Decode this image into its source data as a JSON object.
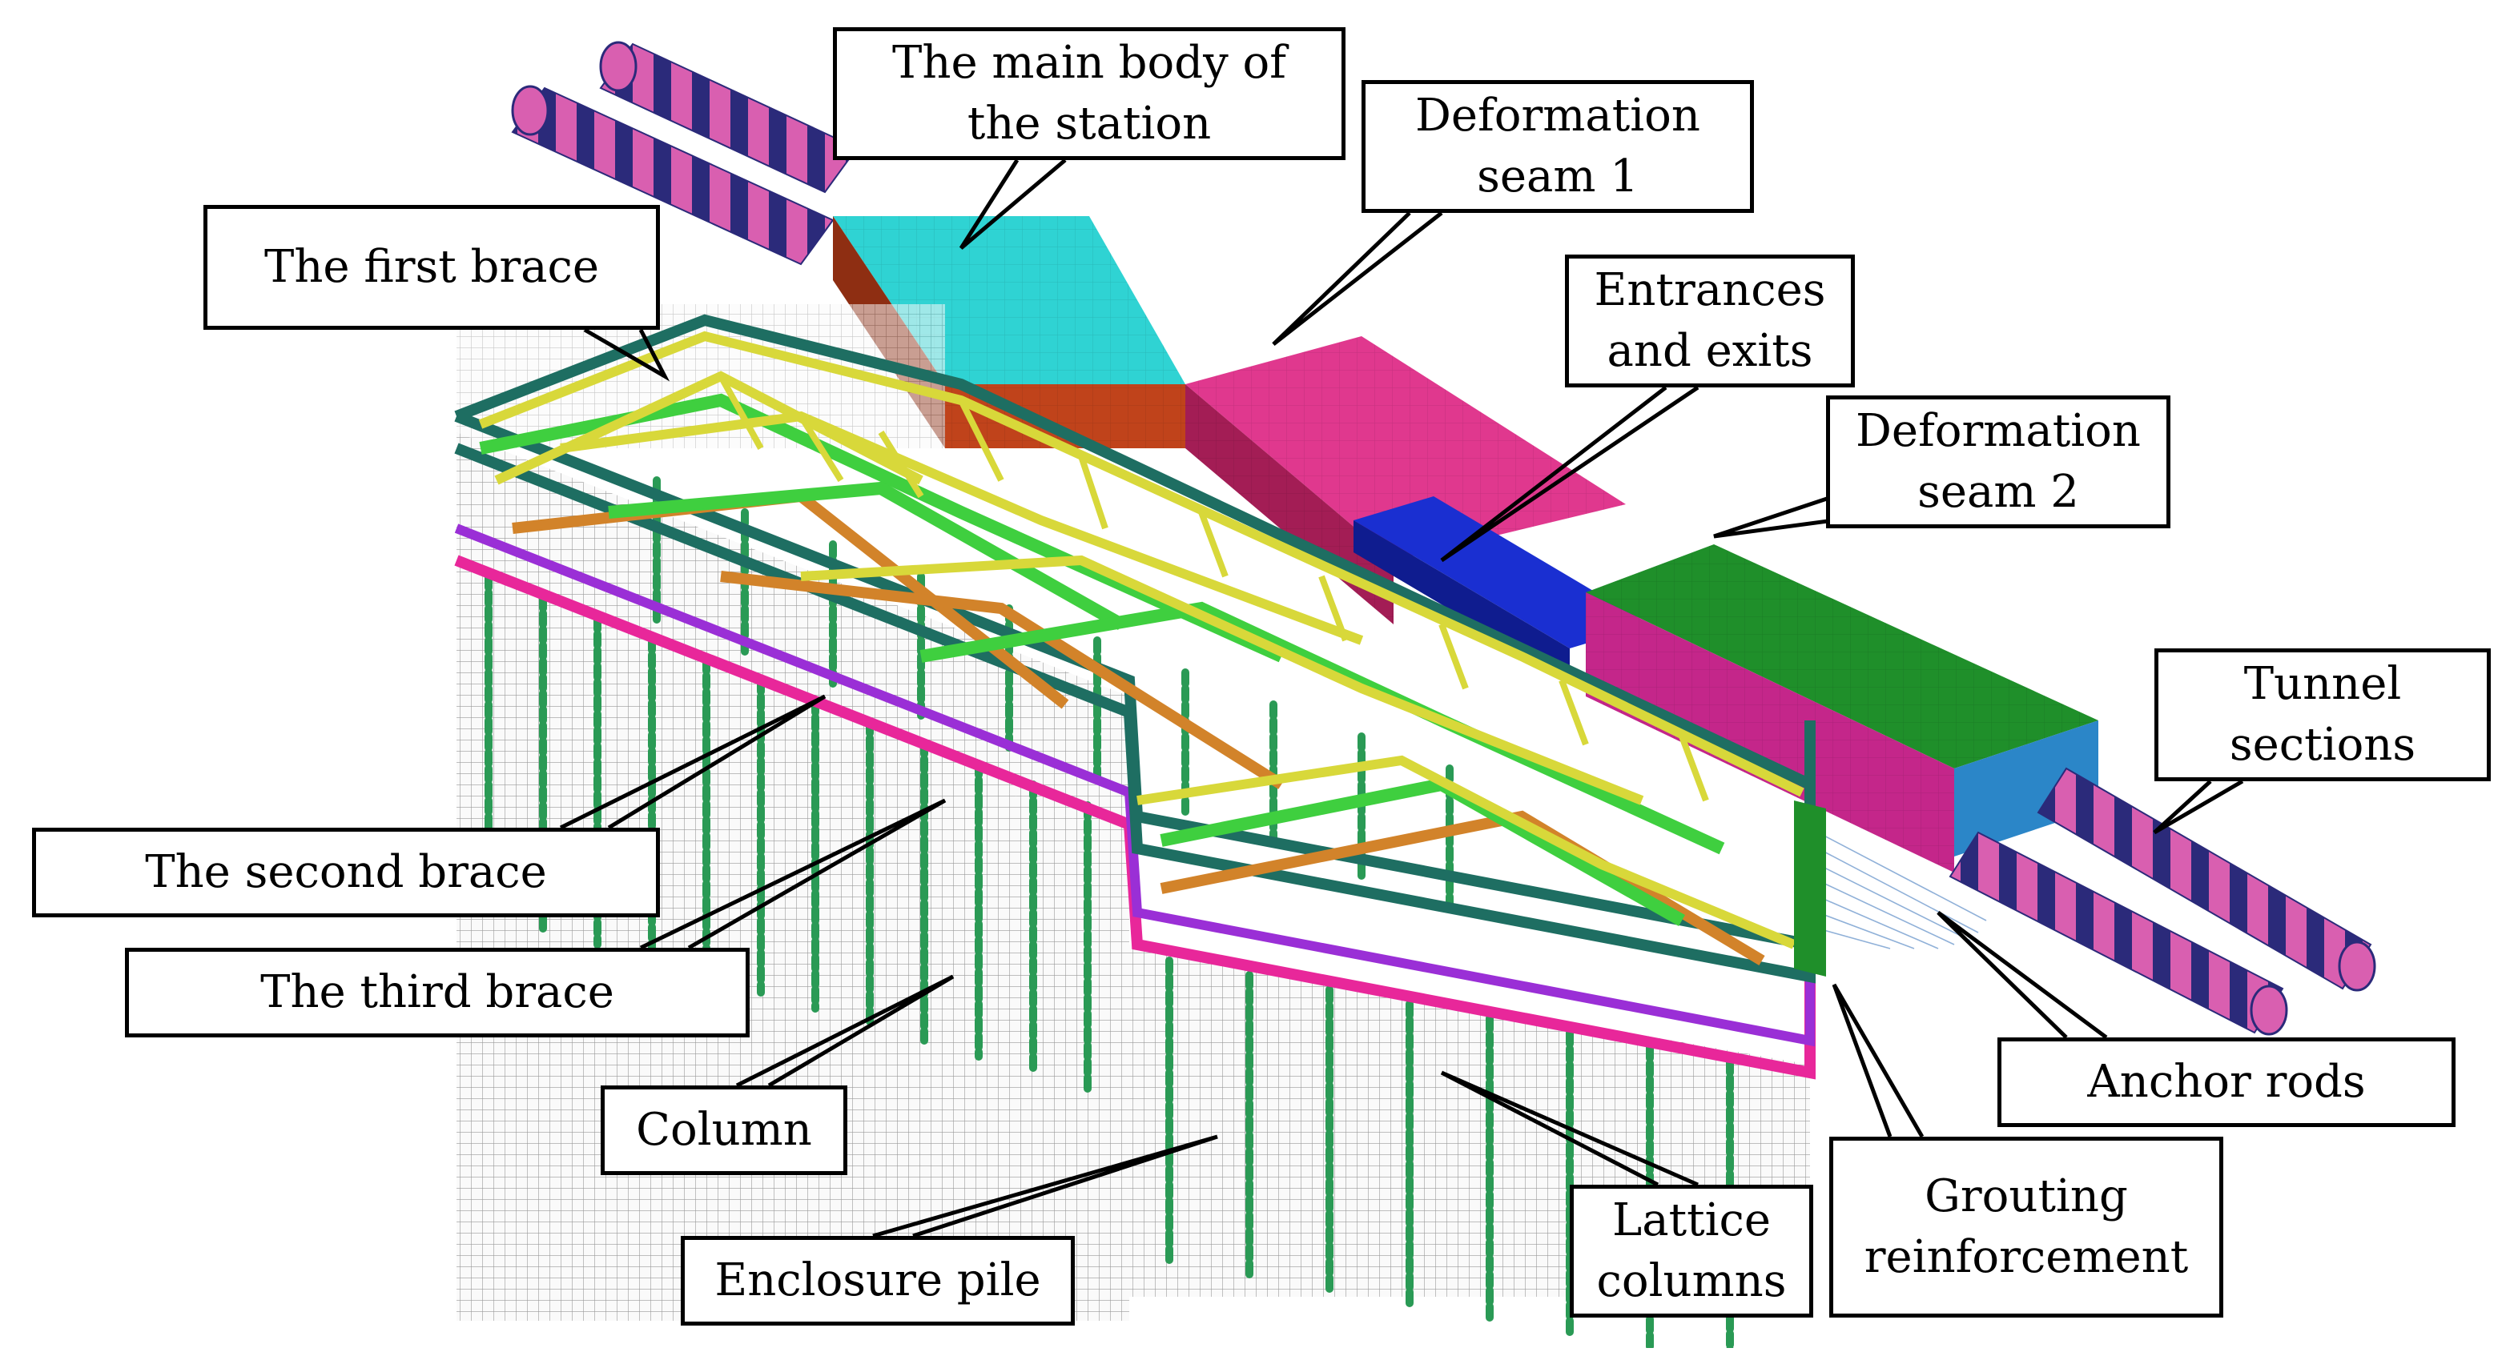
{
  "colors": {
    "station_top": "#2fd3d3",
    "station_side": "#c0431b",
    "seam1_top": "#e0388e",
    "seam1_side": "#a31d55",
    "entrance": "#1a2fd1",
    "seam2_top": "#1f8f2a",
    "seam2_side": "#c4268a",
    "brace_yellow": "#d8d83a",
    "brace_green": "#3fcf3f",
    "brace_orange": "#d2832a",
    "magenta": "#e8279a",
    "purple": "#9a2fd6",
    "teal": "#1e6e62",
    "column_green": "#2a9a55",
    "tunnel_pink": "#d95fb0",
    "tunnel_navy": "#2b2a7a",
    "mesh_gray": "#9a9a9a"
  },
  "labels": {
    "main_body": "The main body of\nthe station",
    "seam1": "Deformation\nseam 1",
    "first_brace": "The first brace",
    "entrances": "Entrances\nand exits",
    "seam2": "Deformation\nseam 2",
    "tunnel": "Tunnel\nsections",
    "second_brace": "The second brace",
    "third_brace": "The third brace",
    "anchor": "Anchor rods",
    "column": "Column",
    "lattice": "Lattice\ncolumns",
    "grouting": "Grouting\nreinforcement",
    "pile": "Enclosure pile"
  }
}
